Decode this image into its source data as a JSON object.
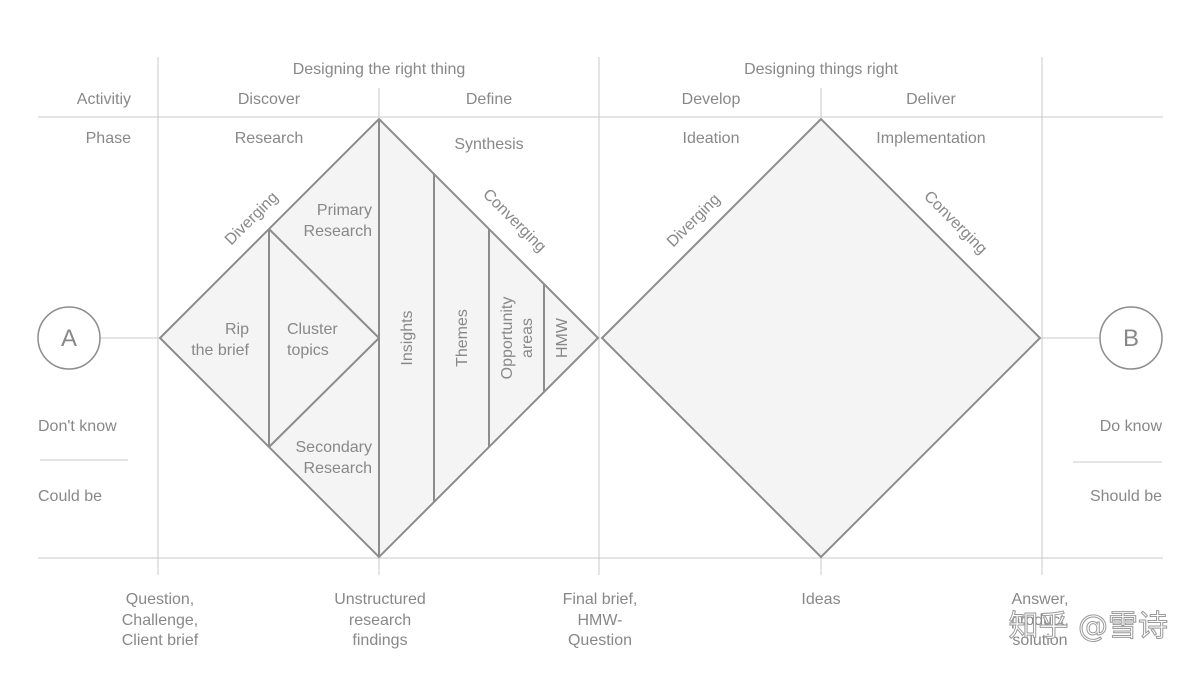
{
  "sections": {
    "left": "Designing the right thing",
    "right": "Designing things right"
  },
  "rows": {
    "activity": "Activitiy",
    "phase": "Phase"
  },
  "activities": {
    "discover": "Discover",
    "define": "Define",
    "develop": "Develop",
    "deliver": "Deliver"
  },
  "phases": {
    "research": "Research",
    "synthesis": "Synthesis",
    "ideation": "Ideation",
    "implementation": "Implementation"
  },
  "endpoints": {
    "start_letter": "A",
    "end_letter": "B",
    "dont_know": "Don't know",
    "could_be": "Could be",
    "do_know": "Do know",
    "should_be": "Should be"
  },
  "diamond1": {
    "diverging": "Diverging",
    "converging": "Converging",
    "rip_brief": [
      "Rip",
      "the brief"
    ],
    "cluster_topics": [
      "Cluster",
      "topics"
    ],
    "primary_research": [
      "Primary",
      "Research"
    ],
    "secondary_research": [
      "Secondary",
      "Research"
    ],
    "insights": "Insights",
    "themes": "Themes",
    "opportunity_areas": [
      "Opportunity",
      "areas"
    ],
    "hmw": "HMW"
  },
  "diamond2": {
    "diverging": "Diverging",
    "converging": "Converging"
  },
  "outputs": {
    "question": [
      "Question,",
      "Challenge,",
      "Client brief"
    ],
    "unstructured": [
      "Unstructured",
      "research",
      "findings"
    ],
    "final_brief": [
      "Final brief,",
      "HMW-",
      "Question"
    ],
    "ideas": [
      "Ideas"
    ],
    "answer": [
      "Answer,",
      "product,",
      "solution"
    ]
  },
  "watermark": "知乎 @雪诗"
}
